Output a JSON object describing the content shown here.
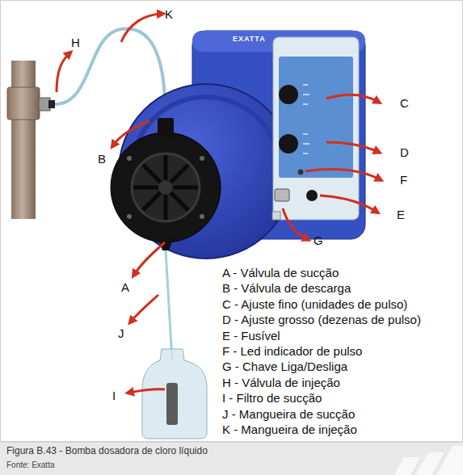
{
  "diagram": {
    "caption": "Figura B.43 - Bomba dosadora de cloro líquido",
    "labels": [
      "K",
      "H",
      "C",
      "B",
      "D",
      "F",
      "E",
      "G",
      "A",
      "J",
      "I",
      "A - Válvula de sucção",
      "B - Válvula de descarga",
      "C - Ajuste fino (unidades de pulso)",
      "D - Ajuste grosso (dezenas de pulso)",
      "E - Fusível",
      "F - Led indicador de pulso",
      "G - Chave Liga/Desliga",
      "H - Válvula de injeção",
      "I - Filtro de sucção",
      "J - Mangueira de sucção",
      "K - Mangueira de injeção",
      "EXATTA",
      "Fonte: Exatta"
    ]
  }
}
